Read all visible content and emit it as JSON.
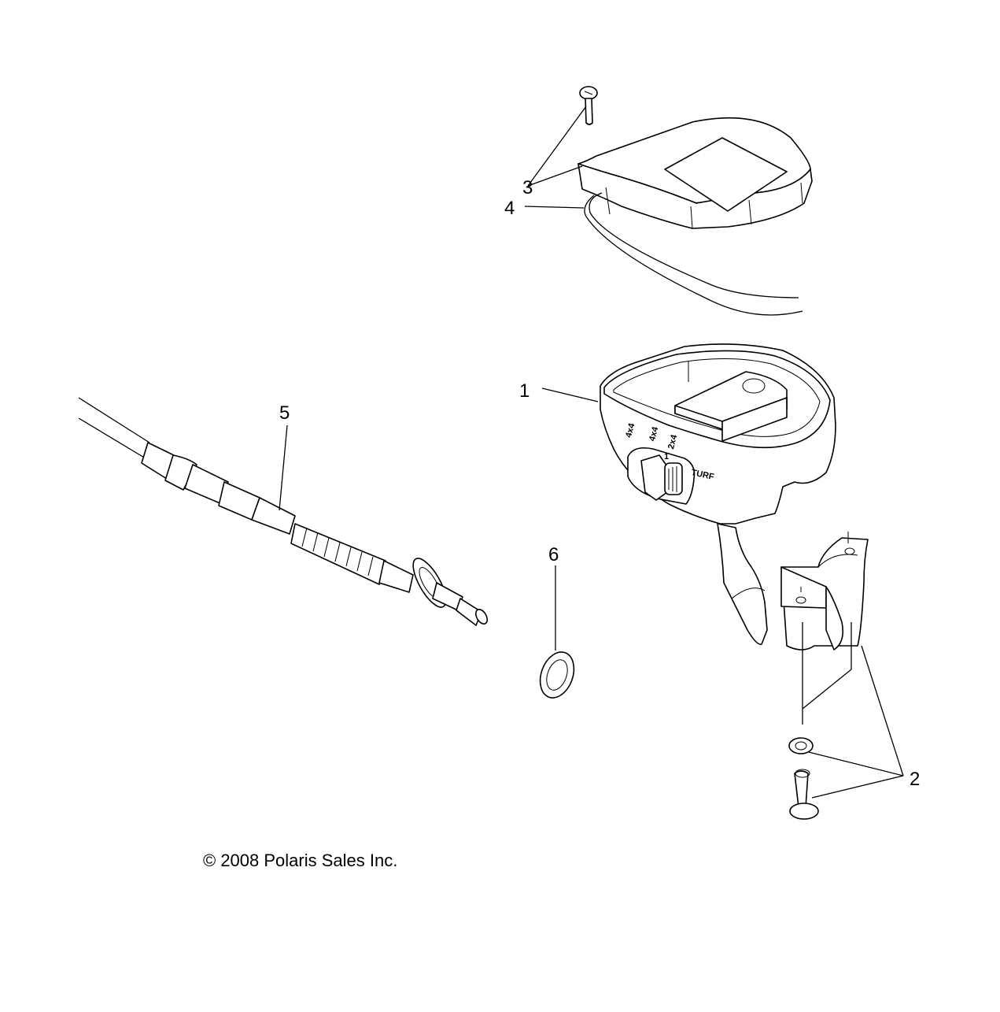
{
  "callouts": [
    {
      "id": "1",
      "text": "1"
    },
    {
      "id": "2",
      "text": "2"
    },
    {
      "id": "3",
      "text": "3"
    },
    {
      "id": "4",
      "text": "4"
    },
    {
      "id": "5",
      "text": "5"
    },
    {
      "id": "6",
      "text": "6"
    }
  ],
  "switch_labels": {
    "awd": "4x4",
    "fourx4": "4x4",
    "twox4": "2x4",
    "one": "1",
    "turf": "TURF"
  },
  "copyright": "© 2008 Polaris Sales Inc."
}
